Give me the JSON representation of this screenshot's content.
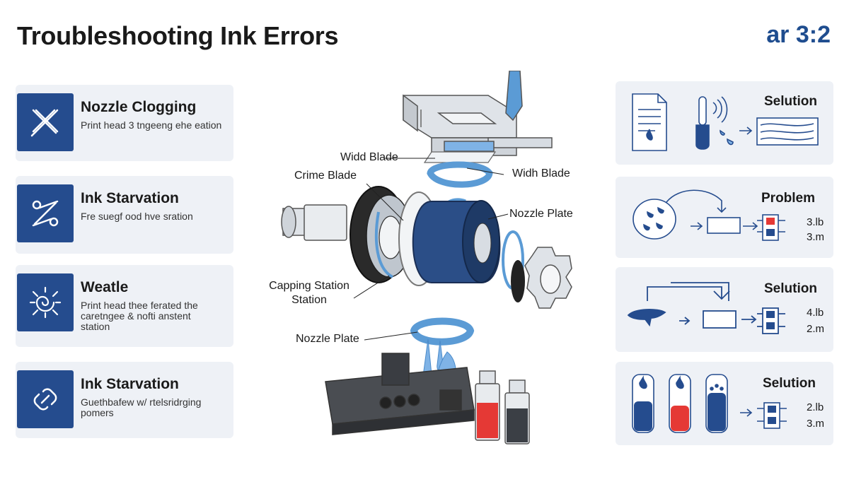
{
  "header": {
    "title": "Troubleshooting Ink Errors",
    "ratio": "ar 3:2"
  },
  "cards": [
    {
      "title": "Nozzle Clogging",
      "desc": "Print head 3 tngeeng ehe eation",
      "icon": "crossed-tools-icon"
    },
    {
      "title": "Ink Starvation",
      "desc": "Fre suegf ood hve sration",
      "icon": "scissors-tools-icon"
    },
    {
      "title": "Weatle",
      "desc": "Print head thee ferated the caretngee & nofti anstent station",
      "icon": "swirl-icon"
    },
    {
      "title": "Ink Starvation",
      "desc": "Guethbafew w/ rtelsridrging pomers",
      "icon": "chain-link-icon"
    }
  ],
  "callouts": {
    "widd_blade": "Widd Blade",
    "widh_blade": "Widh Blade",
    "crime_blade": "Crime Blade",
    "nozzle_plate_right": "Nozzle Plate",
    "capping_station": "Capping Station Station",
    "nozzle_plate_bottom": "Nozzle Plate"
  },
  "panels": [
    {
      "label": "Selution",
      "values": []
    },
    {
      "label": "Problem",
      "values": [
        "3.lb",
        "3.m"
      ]
    },
    {
      "label": "Selution",
      "values": [
        "4.lb",
        "2.m"
      ]
    },
    {
      "label": "Selution",
      "values": [
        "2.lb",
        "3.m"
      ]
    }
  ],
  "colors": {
    "accent_blue": "#254c8e",
    "light_blue": "#5b9bd5",
    "card_bg": "#eef1f6",
    "red": "#e53935"
  }
}
